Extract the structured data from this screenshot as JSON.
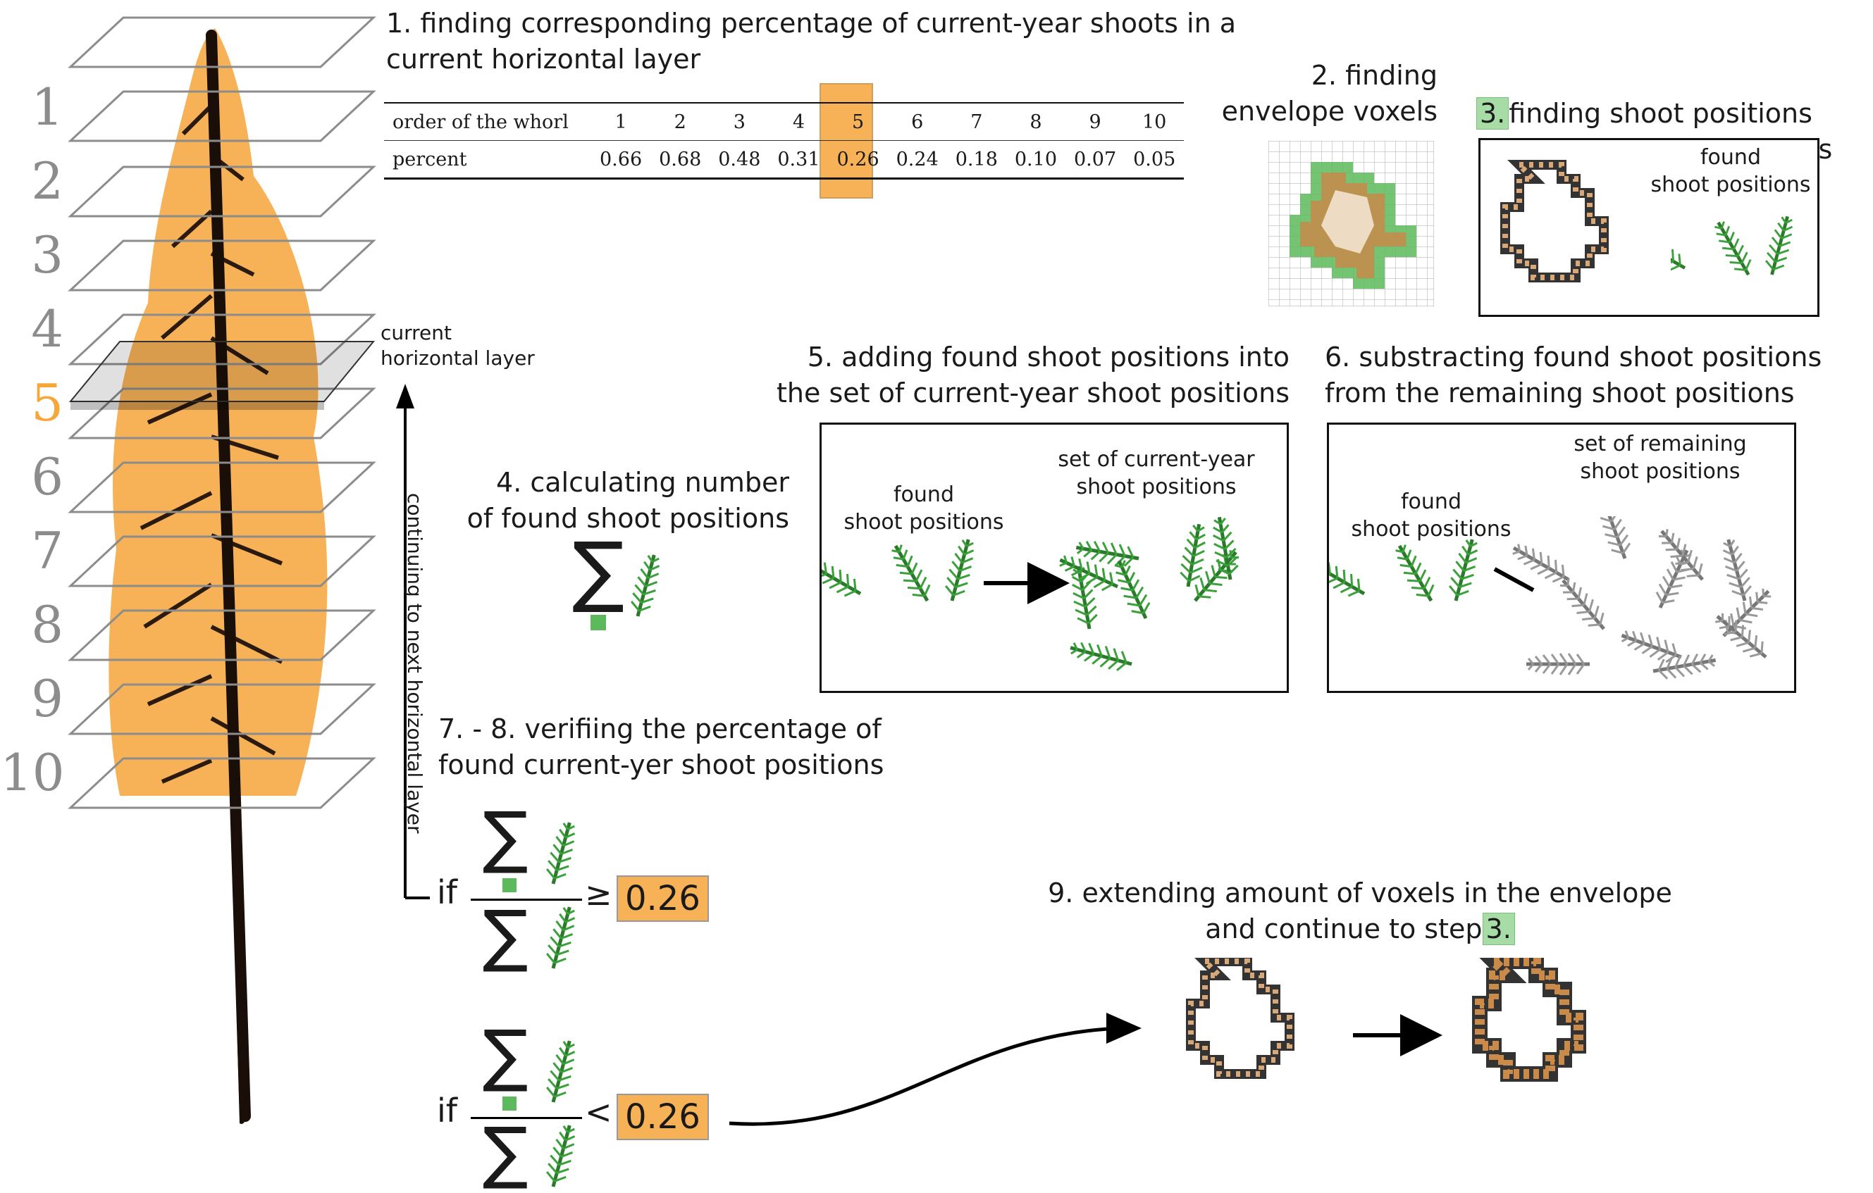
{
  "layers": {
    "numbers": [
      "1",
      "2",
      "3",
      "4",
      "5",
      "6",
      "7",
      "8",
      "9",
      "10"
    ],
    "current_index": 4,
    "current_label": "current\nhorizontal layer",
    "arrow_label": "continuing to next horizontal layer"
  },
  "step1": {
    "title": "1. finding corresponding percentage of current-year shoots in a current horizontal layer",
    "row1_label": "order of the whorl",
    "row2_label": "percent",
    "orders": [
      "1",
      "2",
      "3",
      "4",
      "5",
      "6",
      "7",
      "8",
      "9",
      "10"
    ],
    "percents": [
      "0.66",
      "0.68",
      "0.48",
      "0.31",
      "0.26",
      "0.24",
      "0.18",
      "0.10",
      "0.07",
      "0.05"
    ],
    "highlight_index": 4
  },
  "step2": {
    "title": "2. finding\nenvelope voxels"
  },
  "step3": {
    "num": "3.",
    "title": "finding shoot positions\ninside the envelope voxels",
    "found_label": "found\nshoot positions"
  },
  "step4": {
    "title": "4. calculating number\nof found shoot positions",
    "sigma": "∑"
  },
  "step5": {
    "title": "5. adding found shoot positions into\nthe set of current-year shoot positions",
    "found_label": "found\nshoot positions",
    "set_label": "set of current-year\nshoot positions"
  },
  "step6": {
    "title": "6. substracting found shoot positions\nfrom the remaining shoot positions",
    "found_label": "found\nshoot positions",
    "remaining_label": "set of remaining\nshoot positions"
  },
  "step78": {
    "title": "7. - 8. verifiing the percentage of\nfound current-yer shoot positions",
    "if_label": "if",
    "ge": "≥",
    "lt": "<",
    "value": "0.26"
  },
  "step9": {
    "title_a": "9. extending amount of voxels in the envelope\nand continue to step",
    "num": "3."
  },
  "colors": {
    "orange": "#f7b257",
    "green": "#5cba5c",
    "needle_green": "#2e8b2e",
    "grey_layer": "#8c8c8c"
  }
}
